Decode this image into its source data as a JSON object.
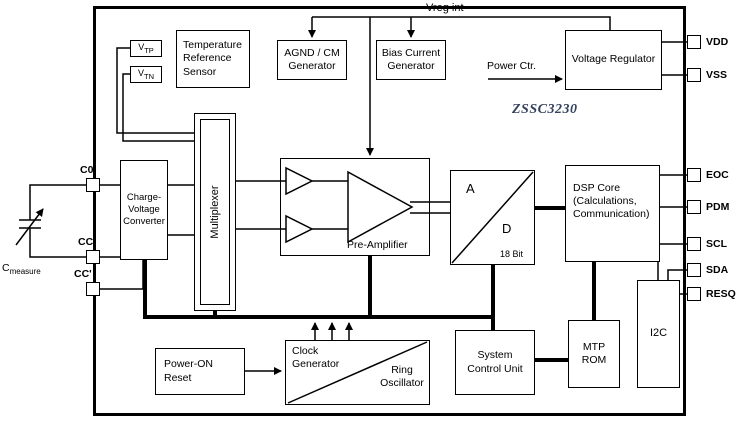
{
  "chip_name": "ZSSC3230",
  "top": {
    "vreg_int": "Vreg int",
    "power_ctr": "Power Ctr."
  },
  "blocks": {
    "temp_sensor": "Temperature\nReference\nSensor",
    "vtp": {
      "main": "V",
      "sub": "TP"
    },
    "vtn": {
      "main": "V",
      "sub": "TN"
    },
    "agnd_gen": "AGND / CM\nGenerator",
    "bias_gen": "Bias Current\nGenerator",
    "voltage_regulator": "Voltage Regulator",
    "charge_voltage_converter": "Charge-\nVoltage\nConverter",
    "multiplexer": "Multiplexer",
    "pre_amplifier": "Pre-Amplifier",
    "adc": {
      "a": "A",
      "d": "D",
      "bits": "18 Bit"
    },
    "dsp_core": "DSP Core\n(Calculations,\nCommunication)",
    "i2c": "I2C",
    "mtp_rom": "MTP\nROM",
    "system_control_unit": "System\nControl Unit",
    "clock_generator": "Clock\nGenerator",
    "ring_oscillator": "Ring\nOscillator",
    "power_on_reset": "Power-ON\nReset"
  },
  "pins": {
    "vdd": "VDD",
    "vss": "VSS",
    "eoc": "EOC",
    "pdm": "PDM",
    "scl": "SCL",
    "sda": "SDA",
    "resq": "RESQ",
    "c0": "C0",
    "cc": "CC",
    "ccp": "CC'"
  },
  "left_labels": {
    "cmeasure_main": "C",
    "cmeasure_sub": "measure"
  }
}
